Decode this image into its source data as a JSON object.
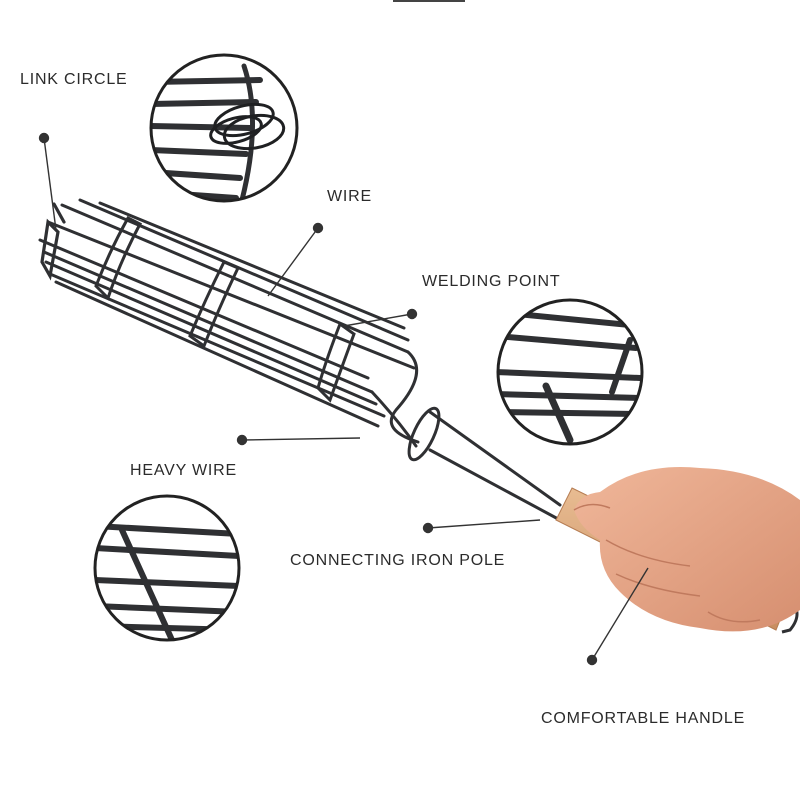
{
  "labels": {
    "link_circle": "LINK CIRCLE",
    "wire": "WIRE",
    "welding_point": "WELDING POINT",
    "heavy_wire": "HEAVY WIRE",
    "connecting_iron_pole": "CONNECTING IRON POLE",
    "comfortable_handle": "COMFORTABLE HANDLE"
  },
  "colors": {
    "wire": "#2f3033",
    "leader": "#333333",
    "handle_wood": "#d9a57a",
    "skin": "#e6a98a",
    "text": "#2b2b2b"
  }
}
